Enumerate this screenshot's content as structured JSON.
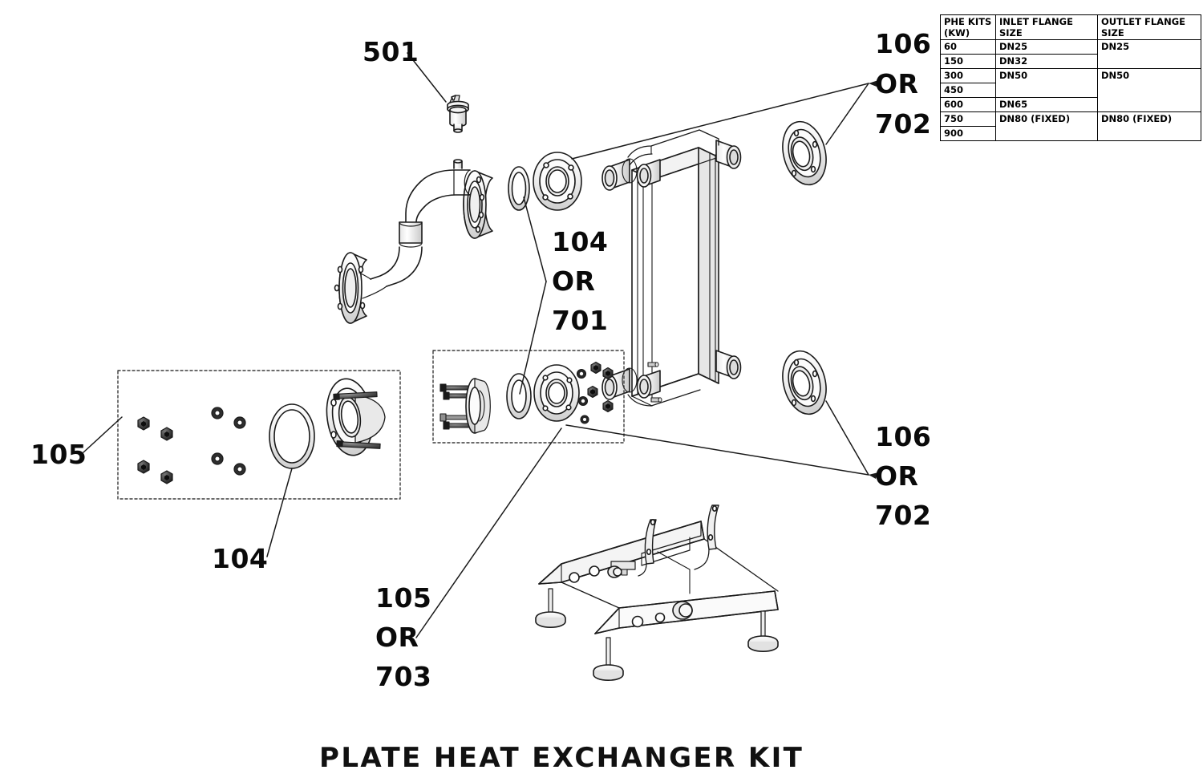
{
  "drawing": {
    "title": "PLATE HEAT EXCHANGER KIT",
    "kind": "exploded-assembly-technical-drawing"
  },
  "callouts": {
    "vent": {
      "id": "501",
      "label": "501",
      "target": "air-vent-valve"
    },
    "top_right": {
      "line1": "106",
      "line2": "OR",
      "line3": "702",
      "target": "flange-top-right"
    },
    "center": {
      "line1": "104",
      "line2": "OR",
      "line3": "701",
      "target": "gasket-and-flange"
    },
    "bottom_right": {
      "line1": "106",
      "line2": "OR",
      "line3": "702",
      "target": "flange-bottom-right"
    },
    "hardware_box": {
      "id": "105",
      "label": "105",
      "target": "fastener-kit-box"
    },
    "gasket": {
      "id": "104",
      "label": "104",
      "target": "gasket-ring"
    },
    "bottom_center": {
      "line1": "105",
      "line2": "OR",
      "line3": "703",
      "target": "fastener-kit-box-2"
    }
  },
  "table": {
    "headers": [
      "PHE KITS (KW)",
      "INLET FLANGE SIZE",
      "OUTLET FLANGE SIZE"
    ],
    "header_kw_line1": "PHE KITS",
    "header_kw_line2": "(KW)",
    "header_inlet": "INLET FLANGE SIZE",
    "header_outlet": "OUTLET FLANGE SIZE",
    "rows": [
      {
        "kw": "60",
        "inlet": "DN25",
        "outlet": "DN25"
      },
      {
        "kw": "150",
        "inlet": "DN32",
        "outlet": ""
      },
      {
        "kw": "300",
        "inlet": "DN50",
        "outlet": "DN50"
      },
      {
        "kw": "450",
        "inlet": "",
        "outlet": ""
      },
      {
        "kw": "600",
        "inlet": "DN65",
        "outlet": ""
      },
      {
        "kw": "750",
        "inlet": "DN80 (FIXED)",
        "outlet": "DN80 (FIXED)"
      },
      {
        "kw": "900",
        "inlet": "",
        "outlet": ""
      }
    ],
    "merges": {
      "outlet_DN25_spans_rows": [
        "60",
        "150"
      ],
      "inlet_DN50_spans_rows": [
        "300",
        "450"
      ],
      "outlet_DN50_spans_rows": [
        "300",
        "450",
        "600"
      ],
      "inlet_DN80_spans_rows": [
        "750",
        "900"
      ],
      "outlet_DN80_spans_rows": [
        "750",
        "900"
      ]
    }
  },
  "parts": {
    "heat_exchanger": "brazed-plate-heat-exchanger-body",
    "elbow_pipe": "s-bend-flanged-pipe",
    "air_vent": "air-vent-valve",
    "flanges": "flange-rings",
    "gaskets": "gasket-rings",
    "nuts": "hex-nuts",
    "washers": "washers",
    "bolts": "hex-bolts",
    "mounting_frame": "mounting-base-frame-with-feet"
  },
  "colors": {
    "line": "#1a1a1a",
    "fill": "#ffffff",
    "shade": "#d8d8d8",
    "dashed_box": "#3a3a3a",
    "text": "#0a0a0a"
  }
}
